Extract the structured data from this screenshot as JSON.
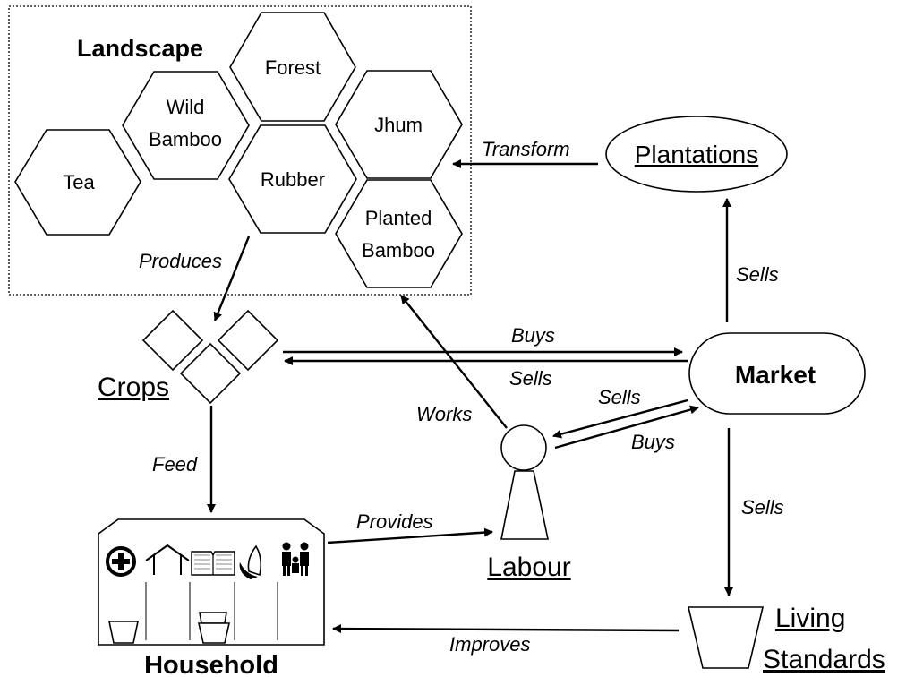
{
  "landscape": {
    "title": "Landscape",
    "hexes": {
      "forest": "Forest",
      "wild_bamboo": [
        "Wild",
        "Bamboo"
      ],
      "tea": "Tea",
      "rubber": "Rubber",
      "jhum": "Jhum",
      "planted_bamboo": [
        "Planted",
        "Bamboo"
      ]
    }
  },
  "nodes": {
    "plantations": "Plantations",
    "crops": "Crops",
    "market": "Market",
    "labour": "Labour",
    "household": "Household",
    "living_standards": [
      "Living",
      "Standards"
    ]
  },
  "edges": {
    "transform": "Transform",
    "produces": "Produces",
    "sells_market_plantations": "Sells",
    "buys_crops_market": "Buys",
    "sells_market_crops": "Sells",
    "sells_market_labour": "Sells",
    "buys_labour_market": "Buys",
    "works": "Works",
    "feed": "Feed",
    "provides": "Provides",
    "sells_market_living": "Sells",
    "improves": "Improves"
  },
  "household_icons": [
    "health-cross-icon",
    "house-icon",
    "book-icon",
    "praying-hands-icon",
    "family-icon"
  ]
}
